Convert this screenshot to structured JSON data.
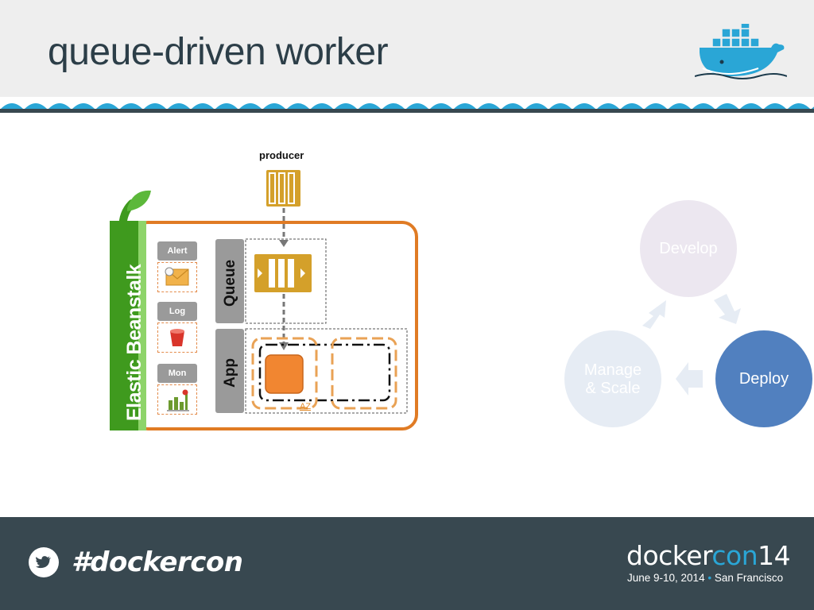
{
  "slide": {
    "title": "queue-driven worker"
  },
  "diagram": {
    "producer_label": "producer",
    "platform_label": "Elastic Beanstalk",
    "side_items": [
      {
        "label": "Alert",
        "icon": "email-alert-icon"
      },
      {
        "label": "Log",
        "icon": "log-bucket-icon"
      },
      {
        "label": "Mon",
        "icon": "bar-chart-monitor-icon"
      }
    ],
    "queue_label": "Queue",
    "app_label": "App",
    "az_label": "AZ"
  },
  "cycle": {
    "develop": "Develop",
    "deploy": "Deploy",
    "manage_line1": "Manage",
    "manage_line2": "& Scale"
  },
  "footer": {
    "hashtag": "#dockercon",
    "logo_part1": "docker",
    "logo_part2": "con",
    "logo_part3": "14",
    "date": "June 9-10, 2014",
    "separator": "•",
    "location": "San Francisco"
  },
  "colors": {
    "header_bg": "#eeeeee",
    "title": "#2c3e48",
    "footer_bg": "#384850",
    "docker_blue": "#2aa6d6",
    "beanstalk_orange": "#e07b24",
    "beanstalk_green": "#3f9a1e",
    "aws_gold": "#d4a02a",
    "ec2_orange": "#f18631",
    "deploy_active": "#5180bf",
    "cycle_faded_develop": "#ece7f0",
    "cycle_faded_manage": "#e6ecf4"
  }
}
